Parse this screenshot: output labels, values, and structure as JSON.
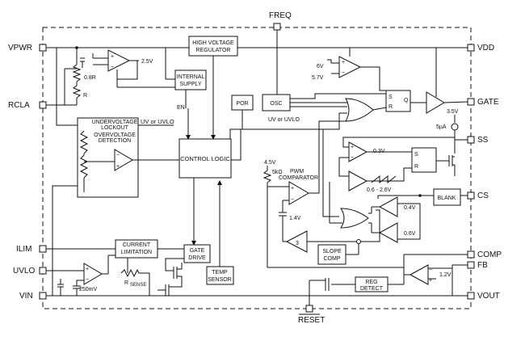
{
  "pins": {
    "freq": "FREQ",
    "vpwr": "VPWR",
    "rcla": "RCLA",
    "ilim": "ILIM",
    "uvlo": "UVLO",
    "vin": "VIN",
    "vdd": "VDD",
    "gate": "GATE",
    "ss": "SS",
    "cs": "CS",
    "comp": "COMP",
    "fb": "FB",
    "vout": "VOUT",
    "reset": "RESET"
  },
  "blocks": {
    "hv_reg_line1": "HIGH VOLTAGE",
    "hv_reg_line2": "REGULATOR",
    "internal_line1": "INTERNAL",
    "internal_line2": "SUPPLY",
    "por": "POR",
    "osc": "OSC",
    "uv_line1": "UNDERVOLTAGE",
    "uv_line2": "LOCKOUT",
    "ov_line1": "OVERVOLTAGE",
    "ov_line2": "DETECTION",
    "control": "CONTROL LOGIC",
    "cl_line1": "CURRENT",
    "cl_line2": "LIMITATION",
    "gd_line1": "GATE",
    "gd_line2": "DRIVE",
    "ts_line1": "TEMP",
    "ts_line2": "SENSOR",
    "blank": "BLANK",
    "slope_line1": "SLOPE",
    "slope_line2": "COMP",
    "reg_line1": "REG",
    "reg_line2": "DETECT",
    "pwm_line1": "PWM",
    "pwm_line2": "COMPARATOR",
    "gain": "3"
  },
  "labels": {
    "v25": "2.5V",
    "r08": "0.8R",
    "r": "R",
    "en": "EN",
    "uv_or_uvlo_a": "UV or UVLO",
    "uv_or_uvlo_b": "UV or UVLO",
    "v6": "6V",
    "v57": "5.7V",
    "v35": "3.5V",
    "i5ua": "5µA",
    "v03": "0.3V",
    "ramp": "0.6 - 2.6V",
    "v04": "0.4V",
    "v06": "0.6V",
    "v45": "4.5V",
    "r5k": "5kΩ",
    "v14": "1.4V",
    "v250": "250mV",
    "rsense_main": "R",
    "rsense_sub": "SENSE",
    "v12": "1.2V",
    "s": "S",
    "r_ff": "R",
    "q": "Q",
    "s2": "S",
    "r2": "R"
  }
}
